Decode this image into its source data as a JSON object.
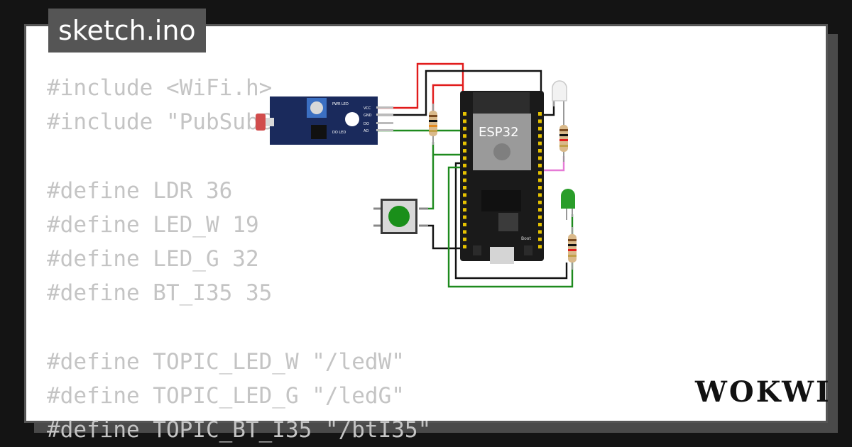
{
  "tab": {
    "filename": "sketch.ino"
  },
  "code_lines": [
    "#include <WiFi.h>",
    "#include \"PubSubClient.h\"",
    "",
    "#define LDR 36",
    "#define LED_W 19",
    "#define LED_G 32",
    "#define BT_I35 35",
    "",
    "#define TOPIC_LED_W \"/ledW\"",
    "#define TOPIC_LED_G \"/ledG\"",
    "#define TOPIC_BT_I35 \"/btI35\""
  ],
  "circuit": {
    "board_label": "ESP32",
    "boot_label": "Boot",
    "ldr_pins": [
      "VCC",
      "GND",
      "DO",
      "AO"
    ],
    "ldr_labels": [
      "PWR LED",
      "DO LED"
    ]
  },
  "brand": {
    "logo_text": "WOKWI"
  },
  "colors": {
    "background": "#141414",
    "card": "#ffffff",
    "tab": "#555555",
    "code_text": "#c4c4c4",
    "board": "#1a1a1a",
    "module": "#1a2a5c",
    "wire_red": "#e11b1b",
    "wire_green": "#1e8a1e",
    "wire_black": "#111111",
    "wire_pink": "#e67ad6"
  }
}
